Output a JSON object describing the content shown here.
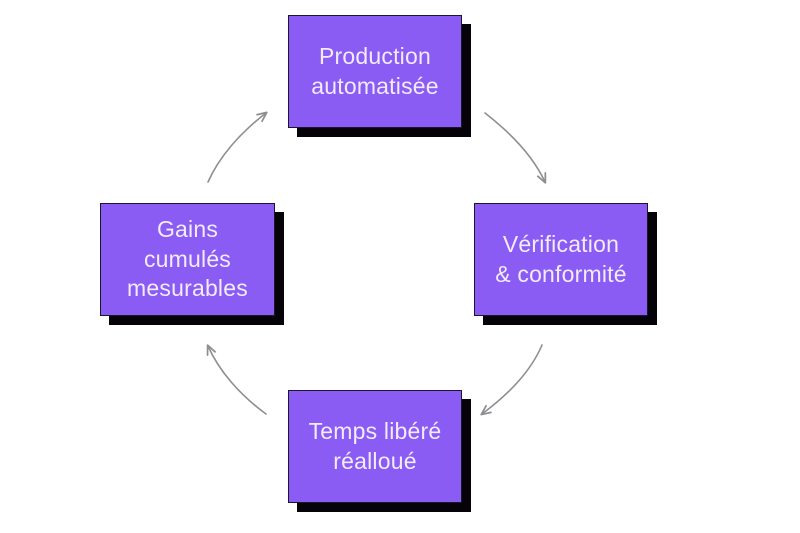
{
  "diagram": {
    "type": "cycle",
    "direction": "clockwise",
    "background_color": "#ffffff",
    "node_fill_color": "#8b5cf3",
    "node_border_color": "#1b1630",
    "node_shadow_color": "#050208",
    "node_text_color": "#f2ebfb",
    "arrow_color": "#8f8f93",
    "nodes": [
      {
        "id": "top",
        "label": "Production\nautomatisée",
        "position": "top"
      },
      {
        "id": "right",
        "label": "Vérification\n& conformité",
        "position": "right"
      },
      {
        "id": "bottom",
        "label": "Temps libéré\nréalloué",
        "position": "bottom"
      },
      {
        "id": "left",
        "label": "Gains\ncumulés\nmesurables",
        "position": "left"
      }
    ],
    "arrows": [
      {
        "id": "top-to-right",
        "from": "top",
        "to": "right",
        "name": "arrow-top-to-right"
      },
      {
        "id": "right-to-bottom",
        "from": "right",
        "to": "bottom",
        "name": "arrow-right-to-bottom"
      },
      {
        "id": "bottom-to-left",
        "from": "bottom",
        "to": "left",
        "name": "arrow-bottom-to-left"
      },
      {
        "id": "left-to-top",
        "from": "left",
        "to": "top",
        "name": "arrow-left-to-top"
      }
    ]
  }
}
